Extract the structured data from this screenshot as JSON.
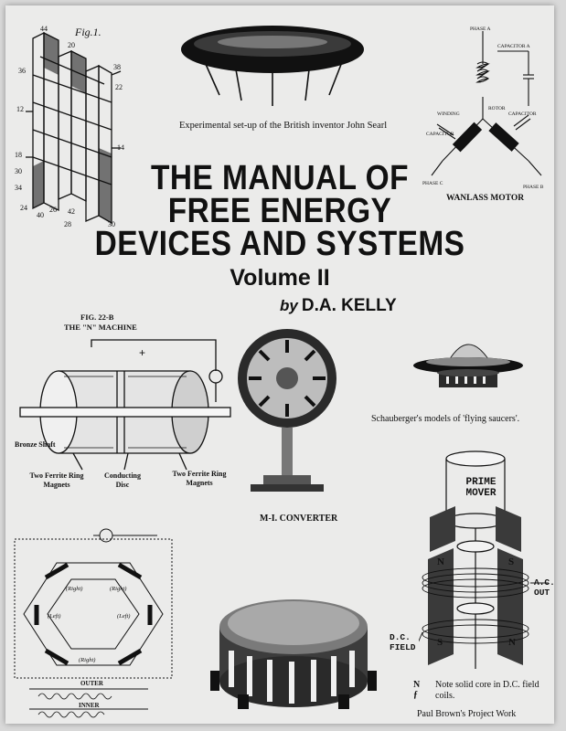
{
  "title": {
    "line1": "THE MANUAL OF",
    "line2": "FREE ENERGY",
    "line3": "DEVICES AND SYSTEMS"
  },
  "volume": "Volume II",
  "byline": {
    "prefix": "by",
    "author": "D.A. KELLY"
  },
  "captions": {
    "searl": "Experimental set-up of the British inventor John Searl",
    "fig1": "Fig.1.",
    "wanlass": "WANLASS MOTOR",
    "phase_a": "PHASE A",
    "fig22b": "FIG. 22-B",
    "n_machine": "THE \"N\" MACHINE",
    "bronze_shaft": "Bronze Shaft",
    "ferrite_left": "Two Ferrite Ring Magnets",
    "conducting_disc": "Conducting Disc",
    "ferrite_right": "Two Ferrite Ring Magnets",
    "mi_converter": "M-I. CONVERTER",
    "schauberger": "Schauberger's models of 'flying saucers'.",
    "prime_mover": "PRIME MOVER",
    "dc_field": "D.C. FIELD",
    "ac_out": "A.C. OUT",
    "note": "Note solid core in D.C. field coils.",
    "paul_brown": "Paul Brown's Project Work",
    "outer": "OUTER",
    "inner": "INNER"
  },
  "colors": {
    "page": "#ebebea",
    "ink": "#111111",
    "frame": "#d9d9d9"
  }
}
